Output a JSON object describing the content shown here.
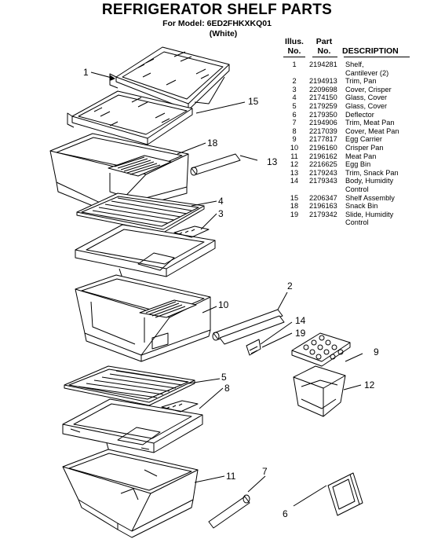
{
  "header": {
    "title": "REFRIGERATOR SHELF PARTS",
    "model": "For Model: 6ED2FHKXKQ01",
    "color": "(White)"
  },
  "table": {
    "col_illus_1": "Illus.",
    "col_illus_2": "No.",
    "col_part_1": "Part",
    "col_part_2": "No.",
    "col_desc": "DESCRIPTION",
    "rows": [
      {
        "n": "1",
        "p": "2194281",
        "d1": "Shelf,",
        "d2": "Cantilever (2)"
      },
      {
        "n": "2",
        "p": "2194913",
        "d1": "Trim, Pan",
        "d2": ""
      },
      {
        "n": "3",
        "p": "2209698",
        "d1": "Cover, Crisper",
        "d2": ""
      },
      {
        "n": "4",
        "p": "2174150",
        "d1": "Glass, Cover",
        "d2": ""
      },
      {
        "n": "5",
        "p": "2179259",
        "d1": "Glass, Cover",
        "d2": ""
      },
      {
        "n": "6",
        "p": "2179350",
        "d1": "Deflector",
        "d2": ""
      },
      {
        "n": "7",
        "p": "2194906",
        "d1": "Trim, Meat Pan",
        "d2": ""
      },
      {
        "n": "8",
        "p": "2217039",
        "d1": "Cover, Meat Pan",
        "d2": ""
      },
      {
        "n": "9",
        "p": "2177817",
        "d1": "Egg Carrier",
        "d2": ""
      },
      {
        "n": "10",
        "p": "2196160",
        "d1": "Crisper Pan",
        "d2": ""
      },
      {
        "n": "11",
        "p": "2196162",
        "d1": "Meat Pan",
        "d2": ""
      },
      {
        "n": "12",
        "p": "2216625",
        "d1": "Egg Bin",
        "d2": ""
      },
      {
        "n": "13",
        "p": "2179243",
        "d1": "Trim, Snack Pan",
        "d2": ""
      },
      {
        "n": "14",
        "p": "2179343",
        "d1": "Body, Humidity",
        "d2": "Control"
      },
      {
        "n": "15",
        "p": "2206347",
        "d1": "Shelf Assembly",
        "d2": ""
      },
      {
        "n": "18",
        "p": "2196163",
        "d1": "Snack Bin",
        "d2": ""
      },
      {
        "n": "19",
        "p": "2179342",
        "d1": "Slide, Humidity",
        "d2": "Control"
      }
    ]
  },
  "callouts": {
    "c1": "1",
    "c15": "15",
    "c18": "18",
    "c13": "13",
    "c4": "4",
    "c3": "3",
    "c2": "2",
    "c10": "10",
    "c14": "14",
    "c19": "19",
    "c9": "9",
    "c5": "5",
    "c8": "8",
    "c12": "12",
    "c7": "7",
    "c11": "11",
    "c6": "6"
  }
}
